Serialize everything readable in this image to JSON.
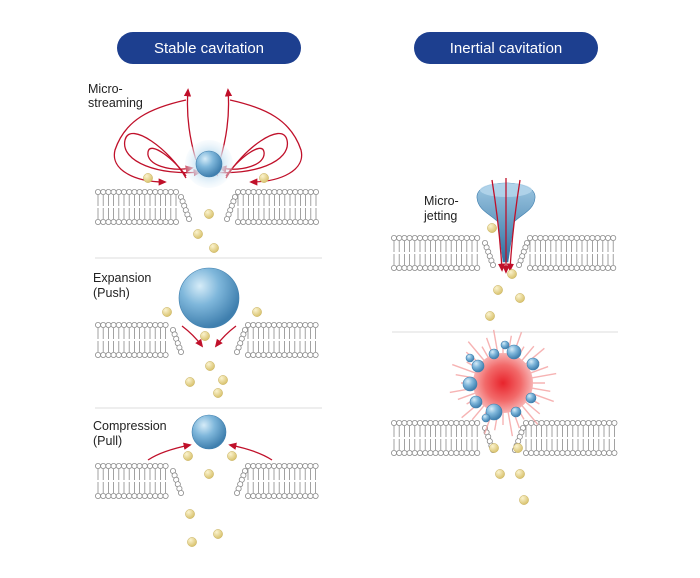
{
  "stable": {
    "title": "Stable cavitation",
    "panel1": {
      "label_line1": "Micro-",
      "label_line2": "streaming"
    },
    "panel2": {
      "label_line1": "Expansion",
      "label_line2": "(Push)"
    },
    "panel3": {
      "label_line1": "Compression",
      "label_line2": "(Pull)"
    }
  },
  "inertial": {
    "title": "Inertial cavitation",
    "panel1": {
      "label_line1": "Micro-",
      "label_line2": "jetting"
    }
  },
  "colors": {
    "pill": "#1d3f8f",
    "arrow": "#c0102a",
    "lipid_head": "#ffffff",
    "lipid_outline": "#8a8a8a",
    "molecule": "#e6d38a",
    "bubble": "#5a9cc4",
    "collapse": "#f05a5a"
  }
}
